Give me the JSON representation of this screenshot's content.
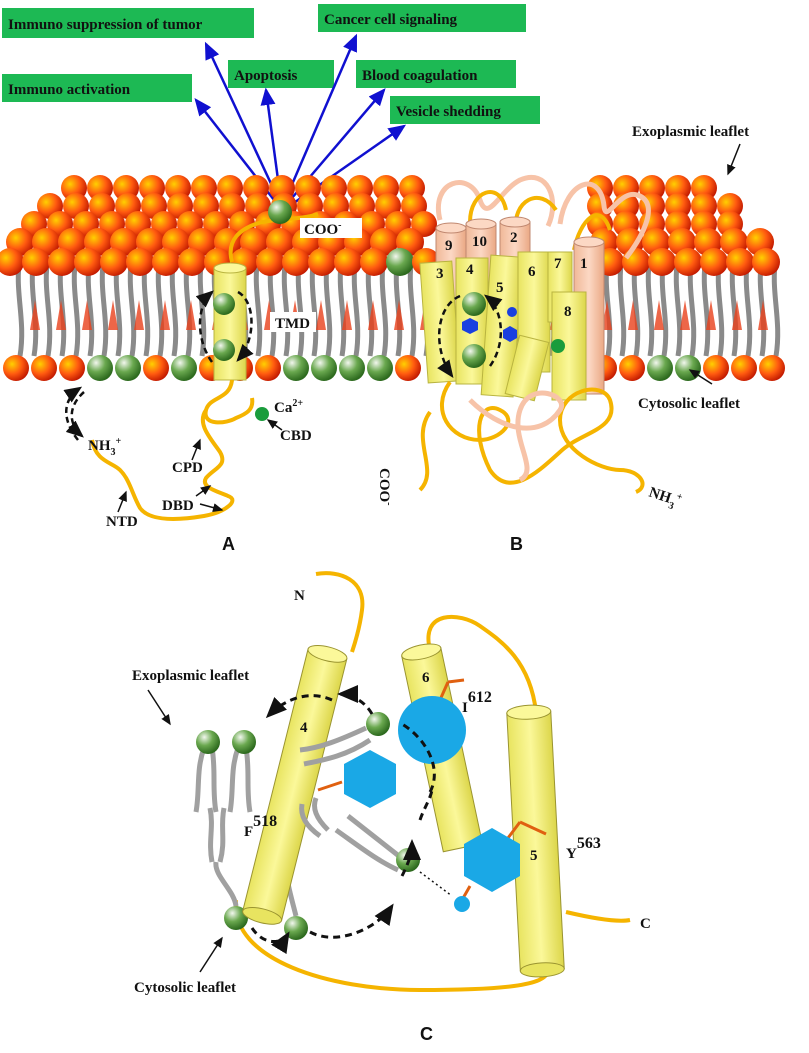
{
  "top_labels": {
    "immuno_suppression": "Immuno suppression of tumor",
    "cancer_signaling": "Cancer cell signaling",
    "immuno_activation": "Immuno activation",
    "apoptosis": "Apoptosis",
    "blood_coagulation": "Blood coagulation",
    "vesicle_shedding": "Vesicle shedding"
  },
  "panel_a": {
    "coo": "COO",
    "coo_sup": "-",
    "tmd": "TMD",
    "ca": "Ca",
    "ca_sup": "2+",
    "nh3": "NH",
    "nh3_sub": "3",
    "nh3_sup": "+",
    "cpd": "CPD",
    "cbd": "CBD",
    "dbd": "DBD",
    "ntd": "NTD",
    "letter": "A"
  },
  "panel_b": {
    "exoplasmic": "Exoplasmic leaflet",
    "cytosolic": "Cytosolic leaflet",
    "coo": "COO",
    "coo_sup": "-",
    "nh3": "NH",
    "nh3_sub": "3",
    "nh3_sup": "+",
    "helices": [
      "1",
      "2",
      "3",
      "4",
      "5",
      "6",
      "7",
      "8",
      "9",
      "10"
    ],
    "letter": "B"
  },
  "panel_c": {
    "n_term": "N",
    "c_term": "C",
    "helix4": "4",
    "helix5": "5",
    "helix6": "6",
    "exoplasmic": "Exoplasmic leaflet",
    "cytosolic": "Cytosolic leaflet",
    "i_res": "I",
    "i_num": "612",
    "f_res": "F",
    "f_num": "518",
    "y_res": "Y",
    "y_num": "563",
    "letter": "C"
  },
  "colors": {
    "label_box": "#1db954",
    "arrow_blue": "#1010d0",
    "helix_yellow": "#f4f07a",
    "helix_salmon": "#f7c3a8",
    "loop_orange": "#f5b400",
    "head_red": "#e03010",
    "head_green": "#3e9a34",
    "tail_gray": "#8a8a8a",
    "cyan": "#1aa8e6",
    "residue_orange": "#e06010"
  }
}
